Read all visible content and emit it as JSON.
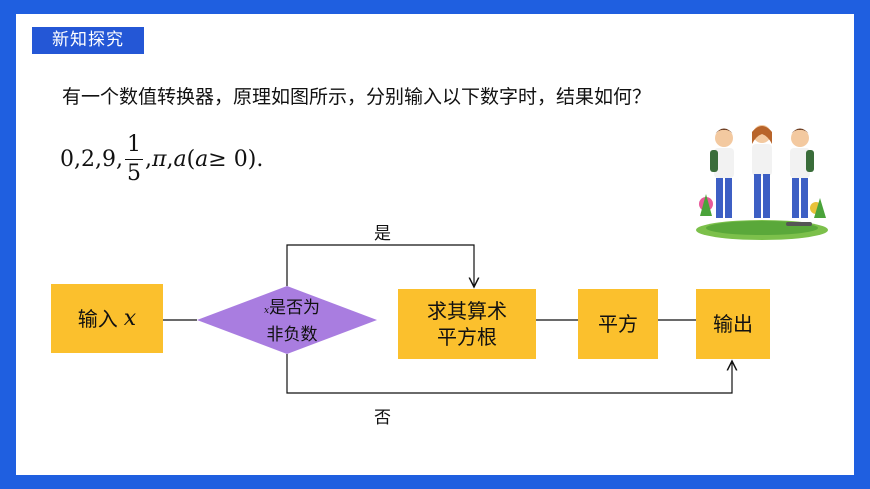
{
  "section_tag": "新知探究",
  "question": "有一个数值转换器，原理如图所示，分别输入以下数字时，结果如何？",
  "numbers": {
    "prefix": "0,2,9,",
    "frac_num": "1",
    "frac_den": "5",
    "sep1": ",",
    "pi": "π",
    "sep2": ",",
    "a": "a",
    "paren_open": "(",
    "a2": "a",
    "geq": " ≥ 0",
    "tail": ")."
  },
  "flowchart": {
    "input_label": "输入",
    "input_var": "x",
    "decision_var": "x",
    "decision_line1": "是否为",
    "decision_line2": "非负数",
    "yes": "是",
    "no": "否",
    "sqrt_line1": "求其算术",
    "sqrt_line2": "平方根",
    "square": "平方",
    "output": "输出"
  },
  "colors": {
    "frame": "#1f5fe0",
    "tag": "#2457d6",
    "box": "#fbc02d",
    "diamond": "#a97de0"
  }
}
